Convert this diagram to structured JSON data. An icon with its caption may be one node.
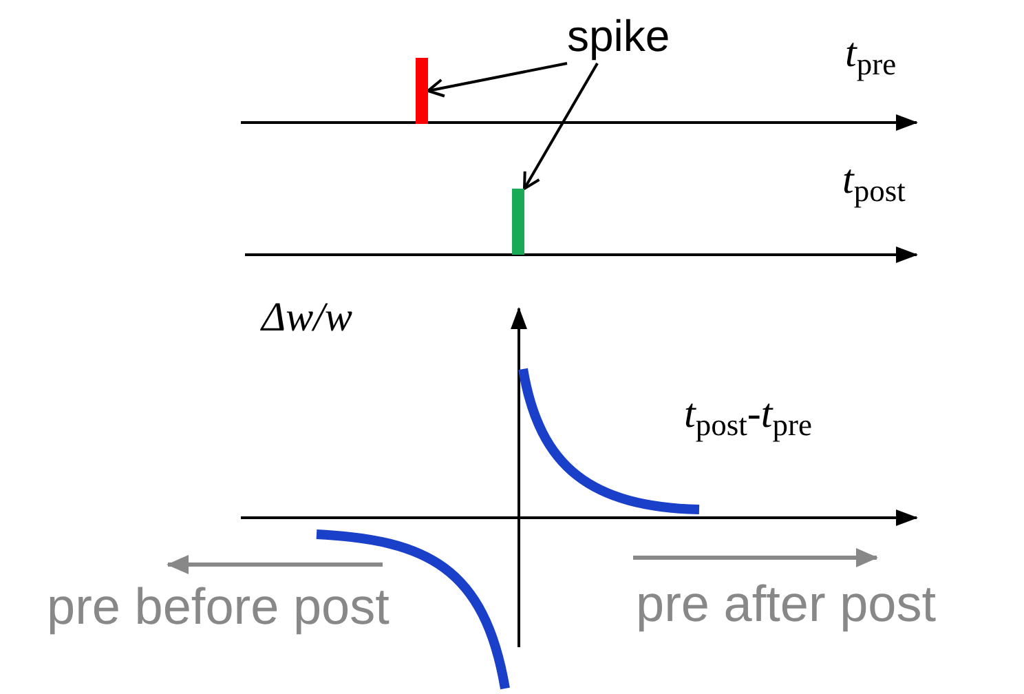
{
  "diagram": {
    "nodes": [
      {
        "text": [
          "spike"
        ]
      },
      {
        "text": [],
        "shape": "bar"
      },
      {
        "text": [],
        "shape": "bar"
      }
    ],
    "edges": [
      {
        "from": 0,
        "to": 1,
        "arrow": "to"
      },
      {
        "from": 0,
        "to": 2,
        "arrow": "to"
      }
    ],
    "labels": [
      "*t*$_{pre}$",
      "*t*$_{post}$",
      "Δw/w",
      "*t*$_{post}$-*t*$_{pre}$",
      "pre before post",
      "pre after post"
    ]
  }
}
